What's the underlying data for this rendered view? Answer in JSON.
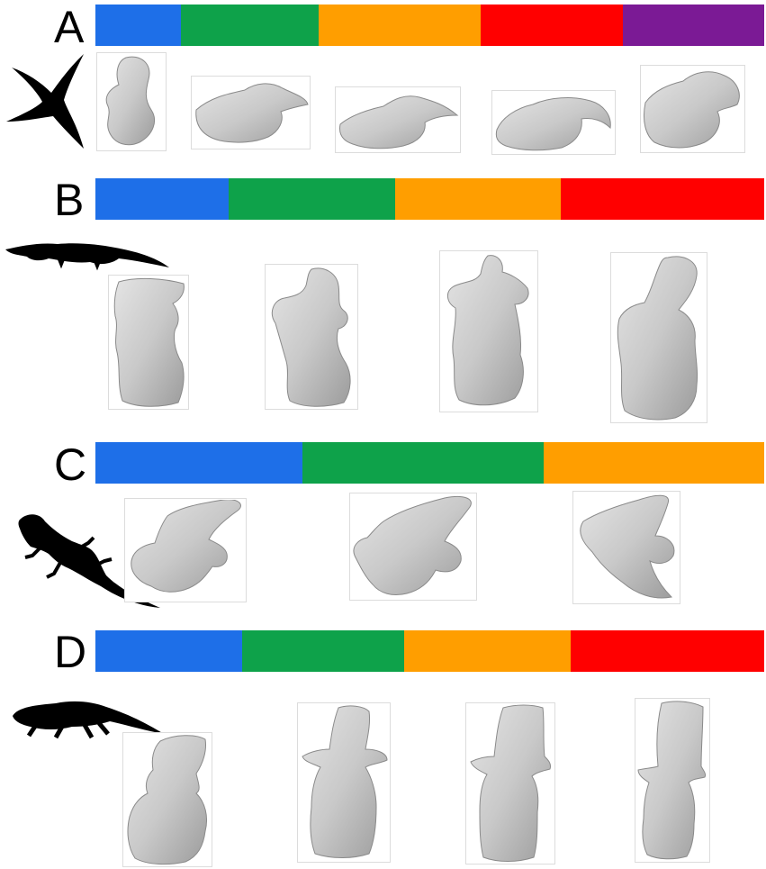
{
  "panels": [
    {
      "id": "A",
      "letter": "A",
      "taxon_icon": "frigatebird-silhouette-icon",
      "region_colors": [
        "#1e6fe8",
        "#0ea24a",
        "#ff9e00",
        "#ff0000",
        "#7b1a95"
      ]
    },
    {
      "id": "B",
      "letter": "B",
      "taxon_icon": "crocodile-silhouette-icon",
      "region_colors": [
        "#1e6fe8",
        "#0ea24a",
        "#ff9e00",
        "#ff0000"
      ]
    },
    {
      "id": "C",
      "letter": "C",
      "taxon_icon": "lizard-silhouette-icon",
      "region_colors": [
        "#1e6fe8",
        "#0ea24a",
        "#ff9e00"
      ]
    },
    {
      "id": "D",
      "letter": "D",
      "taxon_icon": "plesiosaur-silhouette-icon",
      "region_colors": [
        "#1e6fe8",
        "#0ea24a",
        "#ff9e00",
        "#ff0000"
      ]
    }
  ]
}
